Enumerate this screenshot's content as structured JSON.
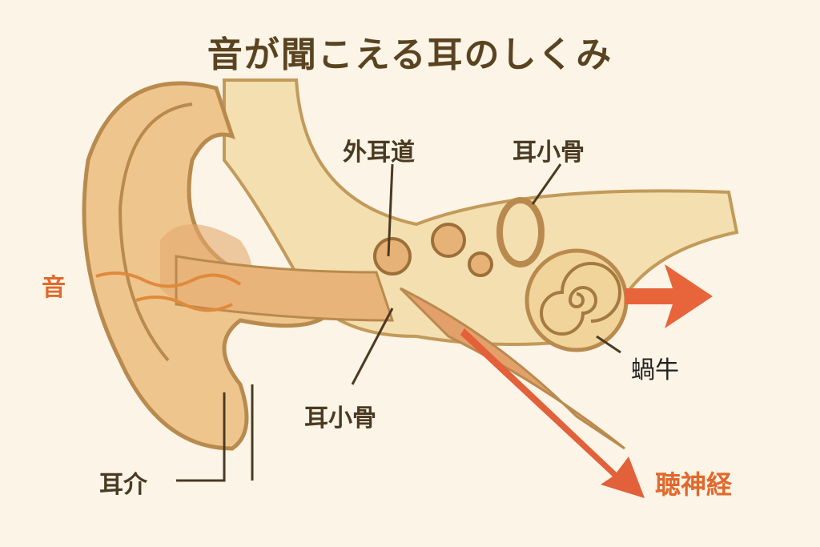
{
  "title": "音が聞こえる耳のしくみ",
  "labels": {
    "sound": "音",
    "ear_canal": "外耳道",
    "ossicles_top": "耳小骨",
    "ossicles_bottom": "耳小骨",
    "cochlea": "蝸牛",
    "auricle": "耳介",
    "auditory_nerve": "聴神経"
  },
  "colors": {
    "background": "#fcf4e6",
    "skin": "#efc58e",
    "outline": "#b98a4e",
    "bone": "#f3dfb0",
    "accent": "#e0692e",
    "text": "#4a3a22"
  }
}
